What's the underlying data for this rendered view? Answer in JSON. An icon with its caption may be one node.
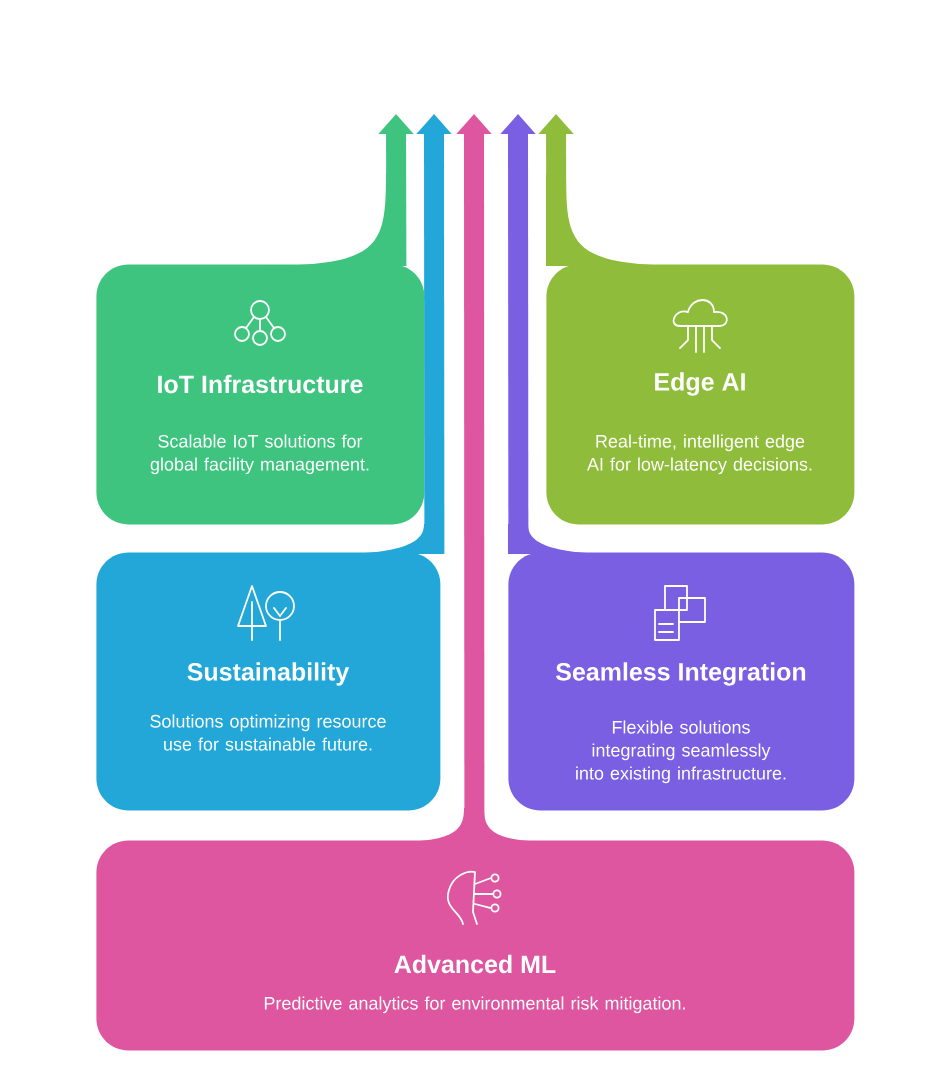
{
  "diagram": {
    "nodes": [
      {
        "text": [
          "IoT Infrastructure",
          "Scalable IoT solutions for global facility management."
        ]
      },
      {
        "text": [
          "Edge AI",
          "Real-time, intelligent edge AI for low-latency decisions."
        ]
      },
      {
        "text": [
          "Sustainability",
          "Solutions optimizing resource use for sustainable future."
        ]
      },
      {
        "text": [
          "Seamless Integration",
          "Flexible solutions integrating seamlessly into existing infrastructure."
        ]
      },
      {
        "text": [
          "Advanced ML",
          "Predictive analytics for environmental risk mitigation."
        ]
      }
    ],
    "edges": [
      {
        "from": 0,
        "to": null,
        "arrow": "to",
        "color": "#3ec47f"
      },
      {
        "from": 2,
        "to": null,
        "arrow": "to",
        "color": "#22a7d8"
      },
      {
        "from": 4,
        "to": null,
        "arrow": "to",
        "color": "#de56a0"
      },
      {
        "from": 3,
        "to": null,
        "arrow": "to",
        "color": "#7a5fe3"
      },
      {
        "from": 1,
        "to": null,
        "arrow": "to",
        "color": "#8fbd3b"
      }
    ]
  }
}
